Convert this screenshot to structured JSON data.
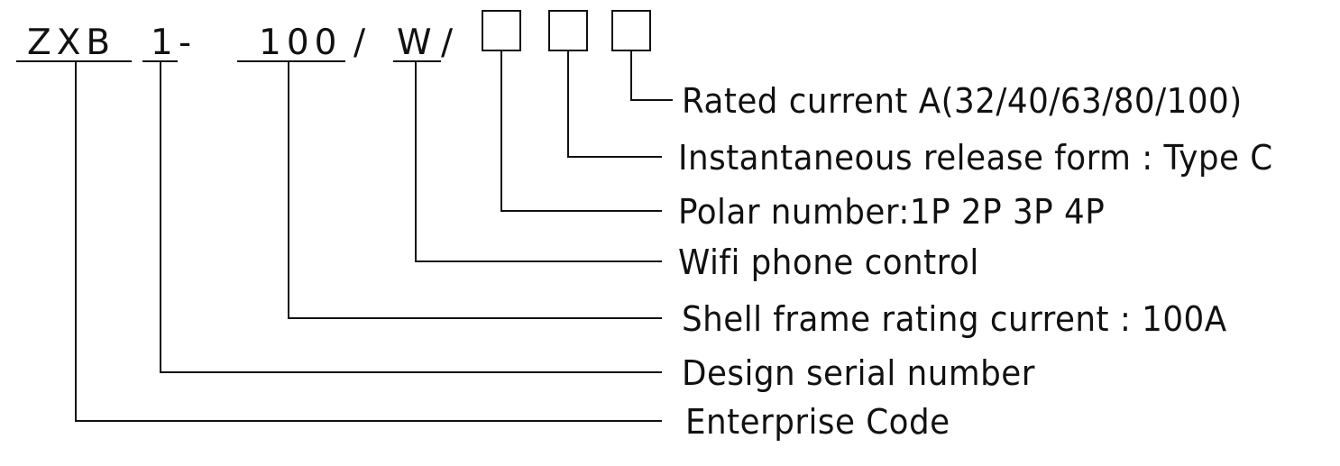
{
  "model_code": {
    "enterprise_code": "ZXB",
    "design_serial": "1",
    "dash": "-",
    "shell_rating": "100",
    "slash_1": "/",
    "wifi": "W",
    "slash_2": "/"
  },
  "descriptions": {
    "rated_current": "Rated current A(32/40/63/80/100)",
    "instantaneous_release": "Instantaneous release form : Type C",
    "polar_number": "Polar number:1P 2P 3P 4P",
    "wifi_control": "Wifi phone control",
    "shell_frame_rating": "Shell frame rating current : 100A",
    "design_serial_number": "Design serial number",
    "enterprise_code": "Enterprise Code"
  },
  "colors": {
    "ink": "#111111",
    "background": "#ffffff"
  }
}
